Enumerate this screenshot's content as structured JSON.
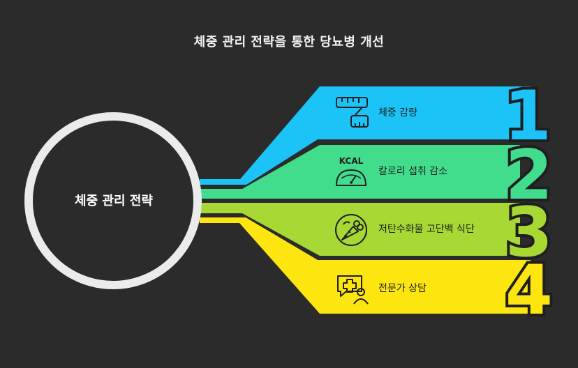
{
  "title": "체중 관리 전략을 통한 당뇨병 개선",
  "center": {
    "label": "체중 관리 전략"
  },
  "steps": [
    {
      "number": "1",
      "label": "체중 감량",
      "icon": "measuring-tape-icon",
      "color": "#1bc3f7"
    },
    {
      "number": "2",
      "label": "칼로리 섭취 감소",
      "icon": "calorie-scale-icon",
      "icon_text": "KCAL",
      "color": "#41dd8d"
    },
    {
      "number": "3",
      "label": "저탄수화물 고단백 식단",
      "icon": "vegetables-icon",
      "color": "#a7d834"
    },
    {
      "number": "4",
      "label": "전문가 상담",
      "icon": "doctor-consultation-icon",
      "color": "#fde60f"
    }
  ],
  "colors": {
    "background": "#2b2b2b",
    "ring": "#ebebeb",
    "outline": "#1f1f1f"
  }
}
